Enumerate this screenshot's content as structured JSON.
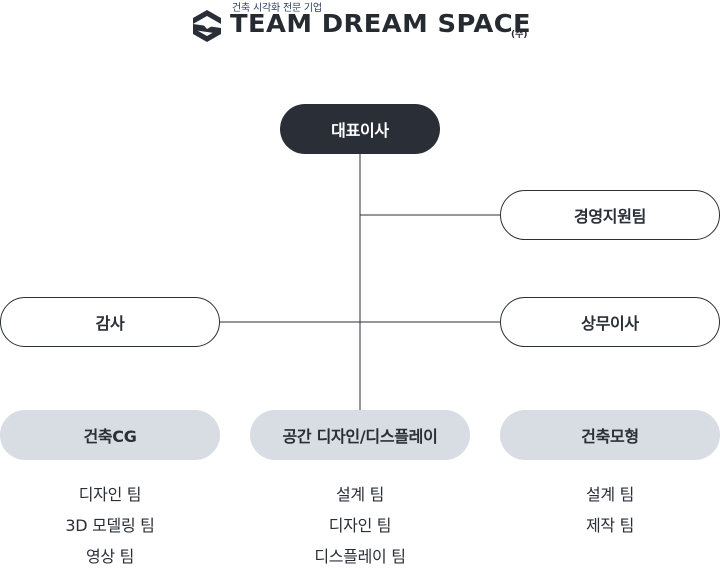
{
  "logo": {
    "tagline": "건축 시각화 전문 기업",
    "name": "TEAM DREAM SPACE",
    "suffix": "(주)"
  },
  "org": {
    "ceo": "대표이사",
    "management_team": "경영지원팀",
    "audit": "감사",
    "executive_director": "상무이사"
  },
  "departments": [
    {
      "name": "건축CG",
      "teams": [
        "디자인 팀",
        "3D 모델링 팀",
        "영상 팀"
      ]
    },
    {
      "name": "공간 디자인/디스플레이",
      "teams": [
        "설계 팀",
        "디자인 팀",
        "디스플레이 팀"
      ]
    },
    {
      "name": "건축모형",
      "teams": [
        "설계 팀",
        "제작 팀"
      ]
    }
  ],
  "colors": {
    "dark": "#2a2f37",
    "department_fill": "#d8dce3",
    "tagline": "#2f3f63"
  }
}
